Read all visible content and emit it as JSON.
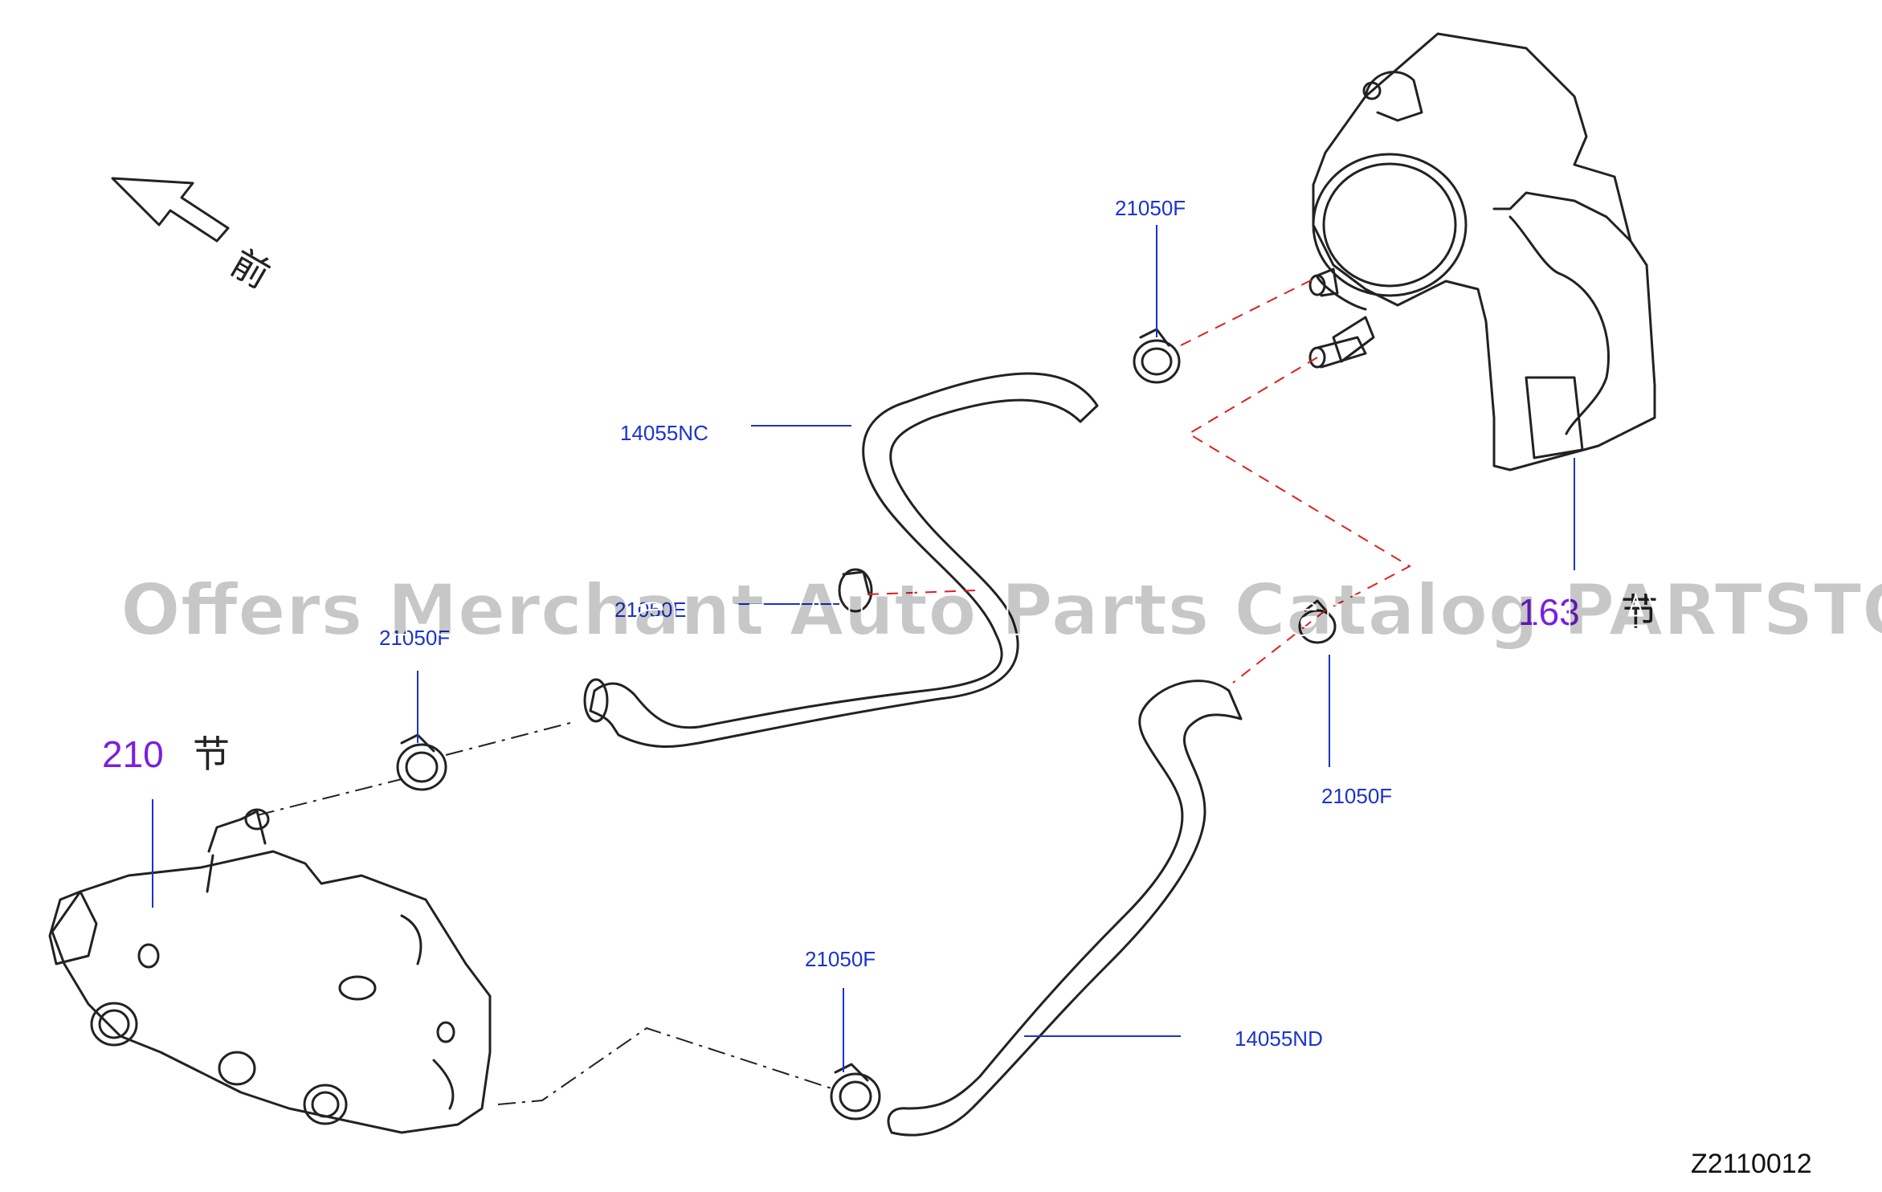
{
  "direction": {
    "label": "前"
  },
  "labels": {
    "hose_upper": "14055NC",
    "hose_lower": "14055ND",
    "clamp_top": "21050F",
    "clamp_mid_left": "21050E",
    "clamp_left": "21050F",
    "clamp_right": "21050F",
    "clamp_bottom": "21050F"
  },
  "sections": {
    "left": {
      "number": "210",
      "suffix": "节"
    },
    "right": {
      "number": "163",
      "suffix": "节"
    }
  },
  "drawing_code": "Z2110012",
  "watermark": "Offers Merchant Auto Parts Catalog PARTSTORE.SA"
}
